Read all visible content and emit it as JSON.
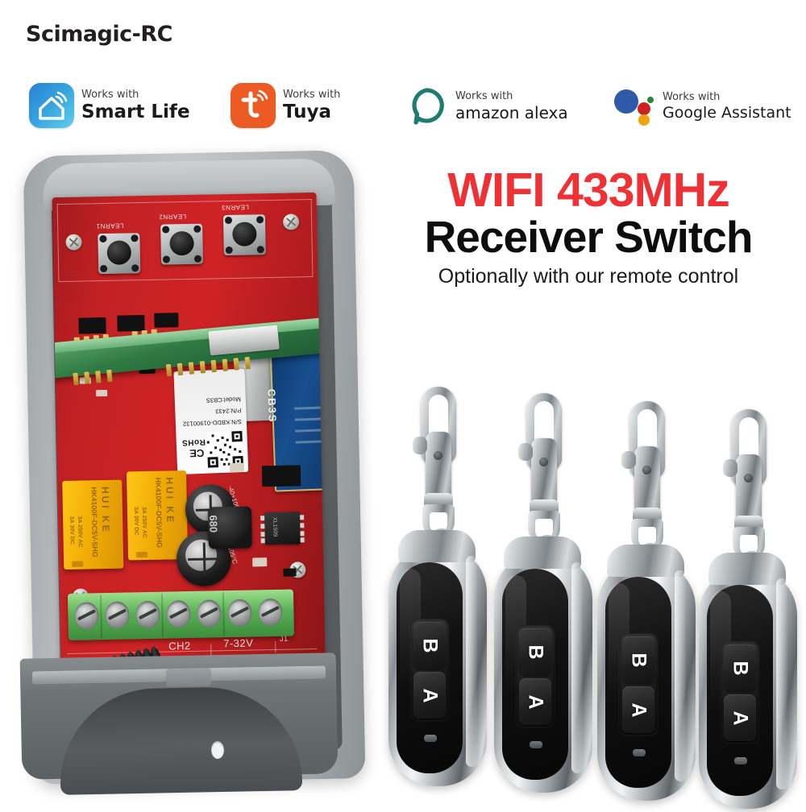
{
  "brand": {
    "name": "Scimagic-RC"
  },
  "badges": [
    {
      "icon": "smart-life-icon",
      "works_with": "Works with",
      "platform": "Smart Life",
      "color": "#2a7fd4"
    },
    {
      "icon": "tuya-icon",
      "works_with": "Works with",
      "platform": "Tuya",
      "color": "#ec5b24"
    },
    {
      "icon": "amazon-alexa-icon",
      "works_with": "Works with",
      "platform": "amazon alexa",
      "color": "#1e7b72"
    },
    {
      "icon": "google-assistant-icon",
      "works_with": "Works with",
      "platform": "Google Assistant",
      "color": "#2e5aa8"
    }
  ],
  "headline": {
    "line1": "WIFI 433MHz",
    "line2": "Receiver Switch",
    "line3": "Optionally with our remote control",
    "line1_color": "#ee3135",
    "line2_color": "#0d0d0d"
  },
  "receiver": {
    "enclosure_color": "#b4b8ba",
    "pcb_color": "#c22124",
    "buttons": [
      {
        "label": "LEARN1"
      },
      {
        "label": "LEARN2"
      },
      {
        "label": "LEARN3"
      }
    ],
    "wifi_module": {
      "silk": "CB3S",
      "color": "#17508f"
    },
    "sticker": {
      "model": "Model:CB3S",
      "pn": "P/N:2433",
      "sn": "S/N:KBDD-01900132",
      "ce": "CE",
      "rohs": "RoHS"
    },
    "relays": [
      {
        "brand": "HUI KE",
        "part": "HK4100F-DC5V-SHG",
        "rating1": "3A 250V AC",
        "rating2": "3A 30V DC"
      },
      {
        "brand": "HUI KE",
        "part": "HK4100F-DC5V-SHG",
        "rating1": "3A 250V AC",
        "rating2": "3A 30V DC"
      }
    ],
    "capacitors": [
      {
        "temp": "-40+105°C"
      },
      {
        "temp": "-40+105°C"
      }
    ],
    "inductor": {
      "code": "680"
    },
    "ic": {
      "marking": "XL1509"
    },
    "silkscreen": {
      "ch2": "CH2",
      "voltage": "7-32V",
      "jumper": "J1"
    },
    "terminal_positions": 7
  },
  "remotes": {
    "count": 4,
    "button_top": "B",
    "button_bottom": "A",
    "body_color": "#111111",
    "bezel_color": "#c6cbce"
  }
}
